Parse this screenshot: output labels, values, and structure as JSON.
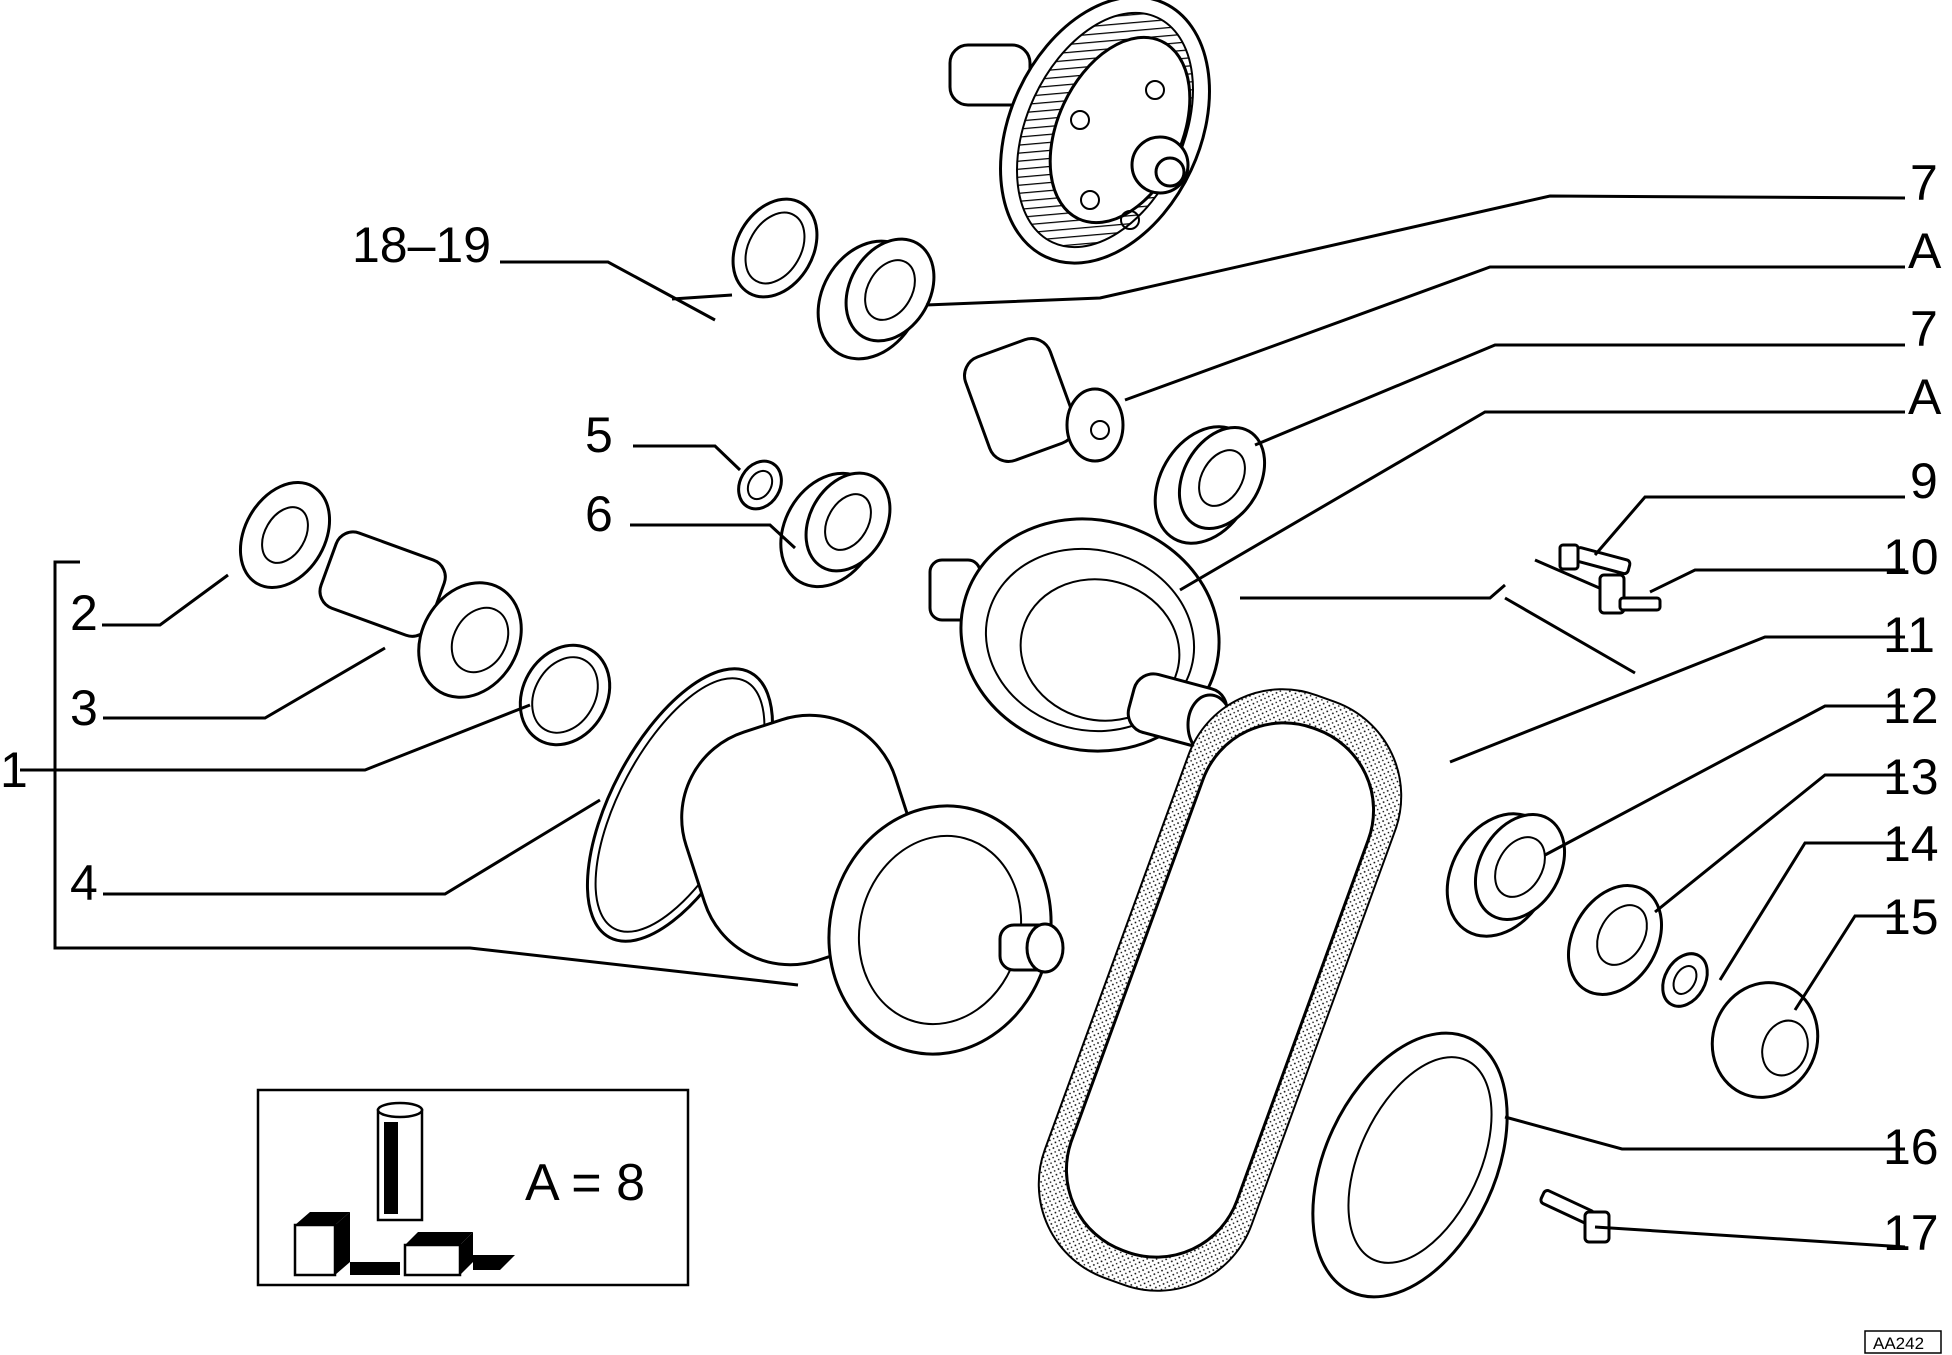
{
  "callouts": {
    "c_18_19": "18–19",
    "c7a": "7",
    "cA1": "A",
    "c7b": "7",
    "cA2": "A",
    "c5": "5",
    "c6": "6",
    "c9": "9",
    "c10": "10",
    "c11": "11",
    "c12": "12",
    "c13": "13",
    "c14": "14",
    "c15": "15",
    "c2": "2",
    "c3": "3",
    "c1": "1",
    "c4": "4",
    "c16": "16",
    "c17": "17"
  },
  "legend": {
    "equation": "A = 8",
    "icon": "fiat-lubricant-containers-icon"
  },
  "reference_code": "AA242"
}
